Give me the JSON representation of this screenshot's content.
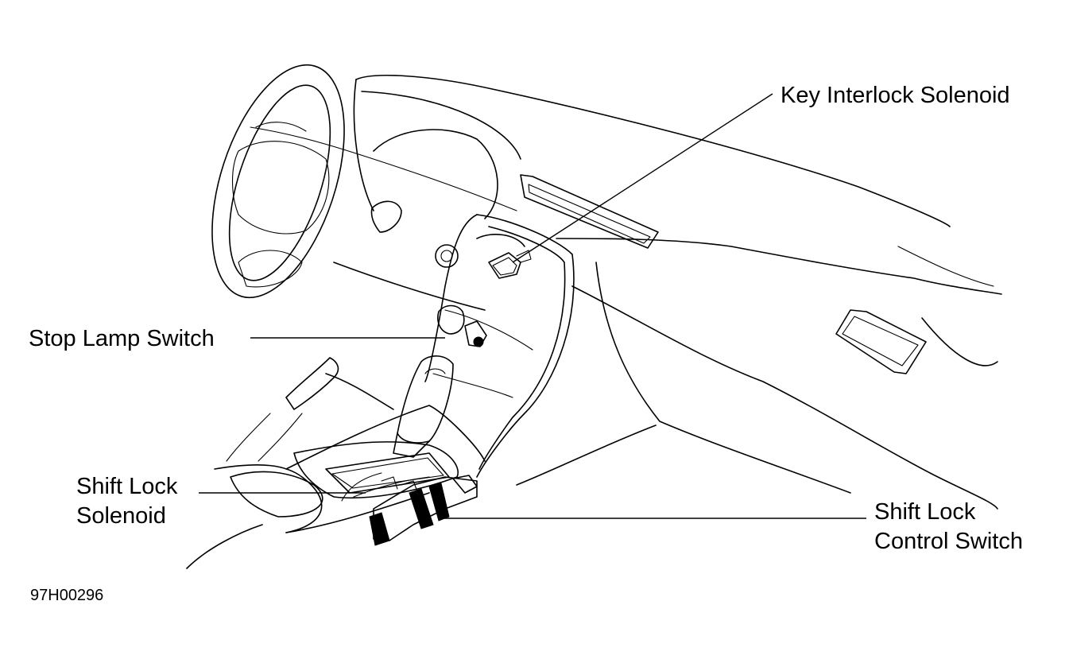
{
  "labels": {
    "key_interlock": "Key Interlock Solenoid",
    "stop_lamp": "Stop Lamp Switch",
    "shift_lock_solenoid_line1": "Shift Lock",
    "shift_lock_solenoid_line2": "Solenoid",
    "shift_lock_control_line1": "Shift Lock",
    "shift_lock_control_line2": "Control Switch"
  },
  "figure_id": "97H00296",
  "colors": {
    "line": "#000000",
    "background": "#ffffff"
  }
}
